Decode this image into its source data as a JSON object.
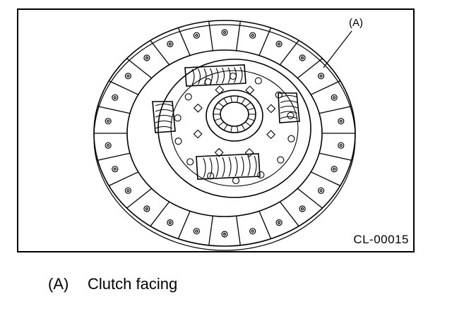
{
  "figure": {
    "code": "CL-00015",
    "callout": "(A)"
  },
  "legend": {
    "key": "(A)",
    "text": "Clutch facing"
  }
}
